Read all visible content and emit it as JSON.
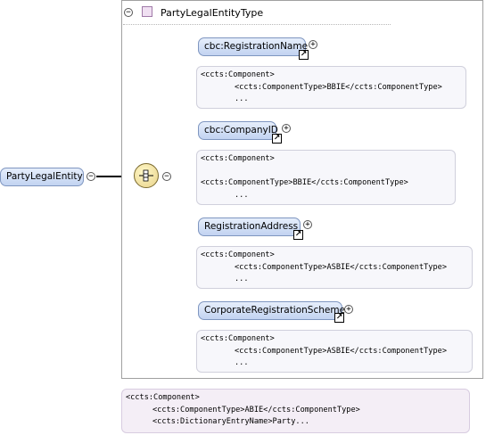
{
  "type_box": {
    "title": "PartyLegalEntityType",
    "toggle": "−"
  },
  "root": {
    "label": "PartyLegalEntity",
    "toggle": "−"
  },
  "sequence": {
    "toggle": "−"
  },
  "elements": [
    {
      "label": "cbc:RegistrationName",
      "toggle": "+",
      "ref_icon": "↗",
      "annotation": [
        "<ccts:Component>",
        "<ccts:ComponentType>BBIE</ccts:ComponentType>",
        "..."
      ]
    },
    {
      "label": "cbc:CompanyID",
      "toggle": "+",
      "ref_icon": "↗",
      "annotation": [
        "<ccts:Component>",
        "",
        "<ccts:ComponentType>BBIE</ccts:ComponentType>",
        "..."
      ]
    },
    {
      "label": "RegistrationAddress",
      "toggle": "+",
      "ref_icon": "↗",
      "annotation": [
        "<ccts:Component>",
        "<ccts:ComponentType>ASBIE</ccts:ComponentType>",
        "..."
      ]
    },
    {
      "label": "CorporateRegistrationScheme",
      "toggle": "+",
      "ref_icon": "↗",
      "annotation": [
        "<ccts:Component>",
        "<ccts:ComponentType>ASBIE</ccts:ComponentType>",
        "..."
      ]
    }
  ],
  "main_annotation": [
    "<ccts:Component>",
    "<ccts:ComponentType>ABIE</ccts:ComponentType>",
    "<ccts:DictionaryEntryName>Party..."
  ]
}
